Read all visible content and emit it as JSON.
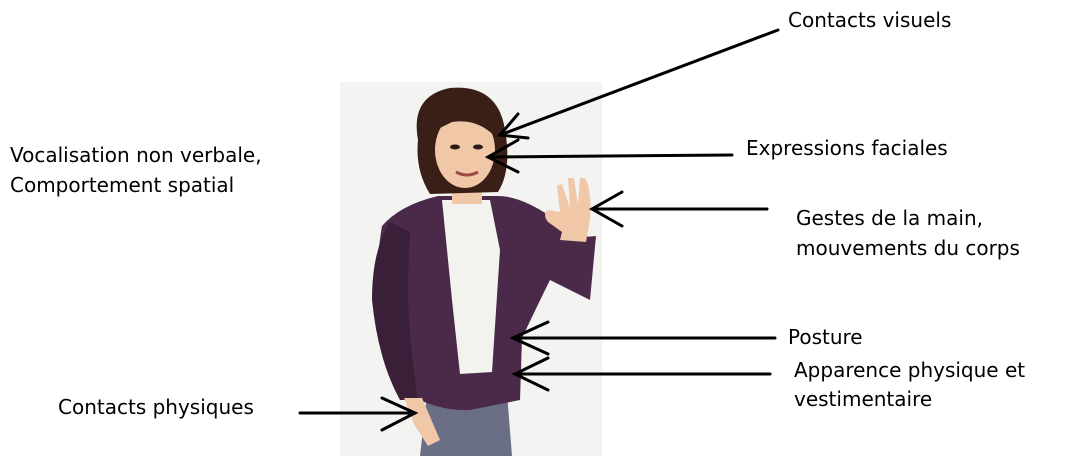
{
  "labels": {
    "eye_contact": "Contacts visuels",
    "facial_expressions": "Expressions faciales",
    "gestures_line1": "Gestes de la main,",
    "gestures_line2": "mouvements du corps",
    "posture": "Posture",
    "appearance_line1": "Apparence physique et",
    "appearance_line2": "vestimentaire",
    "vocal_line1": "Vocalisation non verbale,",
    "vocal_line2": "Comportement spatial",
    "physical_contact": "Contacts physiques"
  },
  "colors": {
    "jacket": "#4a2a48",
    "jacket_dark": "#3a1f38",
    "shirt": "#f2f2ef",
    "skin": "#f0c8a8",
    "hair": "#3a1f16",
    "pants": "#6a6f86",
    "backdrop": "#f3f3f1",
    "arrow": "#000000"
  }
}
